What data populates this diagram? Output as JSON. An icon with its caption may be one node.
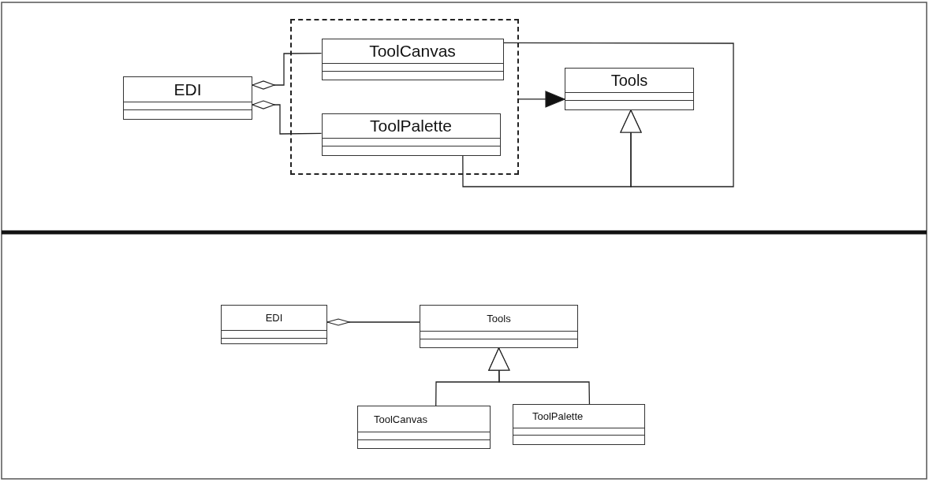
{
  "diagram": {
    "nodes": [
      {
        "text": [
          "EDI"
        ]
      },
      {
        "text": [],
        "shape": "box"
      },
      {
        "text": [
          "ToolCanvas"
        ],
        "in": 1
      },
      {
        "text": [
          "ToolPalette"
        ],
        "in": 1
      },
      {
        "text": [
          "Tools"
        ]
      },
      {
        "text": [
          "EDI"
        ]
      },
      {
        "text": [
          "Tools"
        ]
      },
      {
        "text": [
          "ToolCanvas"
        ]
      },
      {
        "text": [
          "ToolPalette"
        ]
      }
    ],
    "edges": [
      {
        "from": 0,
        "to": 2,
        "arrow": "other"
      },
      {
        "from": 0,
        "to": 3,
        "arrow": "other"
      },
      {
        "from": 1,
        "to": 4,
        "arrow": "to"
      },
      {
        "from": 2,
        "to": 4,
        "arrow": "to"
      },
      {
        "from": 3,
        "to": 4,
        "arrow": "to"
      },
      {
        "from": 5,
        "to": 6,
        "arrow": "other"
      },
      {
        "from": 7,
        "to": 6,
        "arrow": "to"
      },
      {
        "from": 8,
        "to": 6,
        "arrow": "to"
      }
    ]
  }
}
